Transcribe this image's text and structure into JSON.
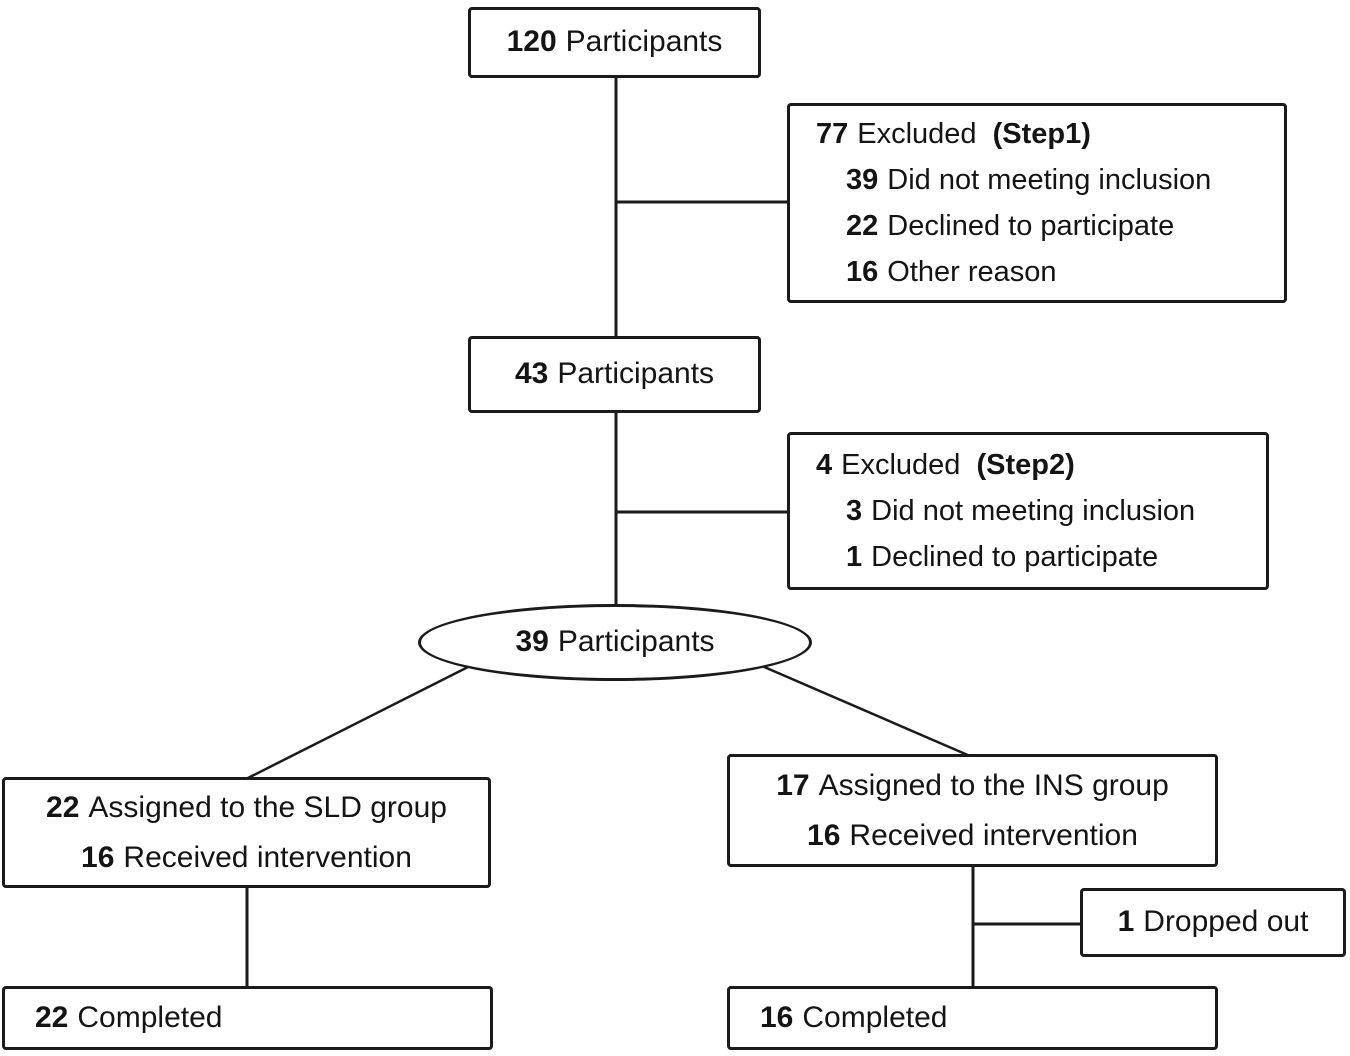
{
  "diagram": {
    "nodes": {
      "enrolled": {
        "value": "120",
        "label": "Participants"
      },
      "excluded_step1": {
        "value": "77",
        "label": "Excluded",
        "step": "(Step1)",
        "reasons": [
          {
            "value": "39",
            "label": "Did not meeting inclusion"
          },
          {
            "value": "22",
            "label": "Declined to participate"
          },
          {
            "value": "16",
            "label": "Other reason"
          }
        ]
      },
      "after_step1": {
        "value": "43",
        "label": "Participants"
      },
      "excluded_step2": {
        "value": "4",
        "label": "Excluded",
        "step": "(Step2)",
        "reasons": [
          {
            "value": "3",
            "label": "Did not meeting inclusion"
          },
          {
            "value": "1",
            "label": "Declined to participate"
          }
        ]
      },
      "randomized": {
        "value": "39",
        "label": "Participants"
      },
      "sld_group": {
        "assigned": {
          "value": "22",
          "label": "Assigned to the SLD group"
        },
        "received": {
          "value": "16",
          "label": "Received intervention"
        }
      },
      "ins_group": {
        "assigned": {
          "value": "17",
          "label": "Assigned to the INS group"
        },
        "received": {
          "value": "16",
          "label": "Received intervention"
        }
      },
      "dropped_out": {
        "value": "1",
        "label": "Dropped out"
      },
      "sld_completed": {
        "value": "22",
        "label": "Completed"
      },
      "ins_completed": {
        "value": "16",
        "label": "Completed"
      }
    },
    "colors": {
      "border": "#1b1b1b",
      "background": "#ffffff",
      "text": "#141414"
    }
  }
}
